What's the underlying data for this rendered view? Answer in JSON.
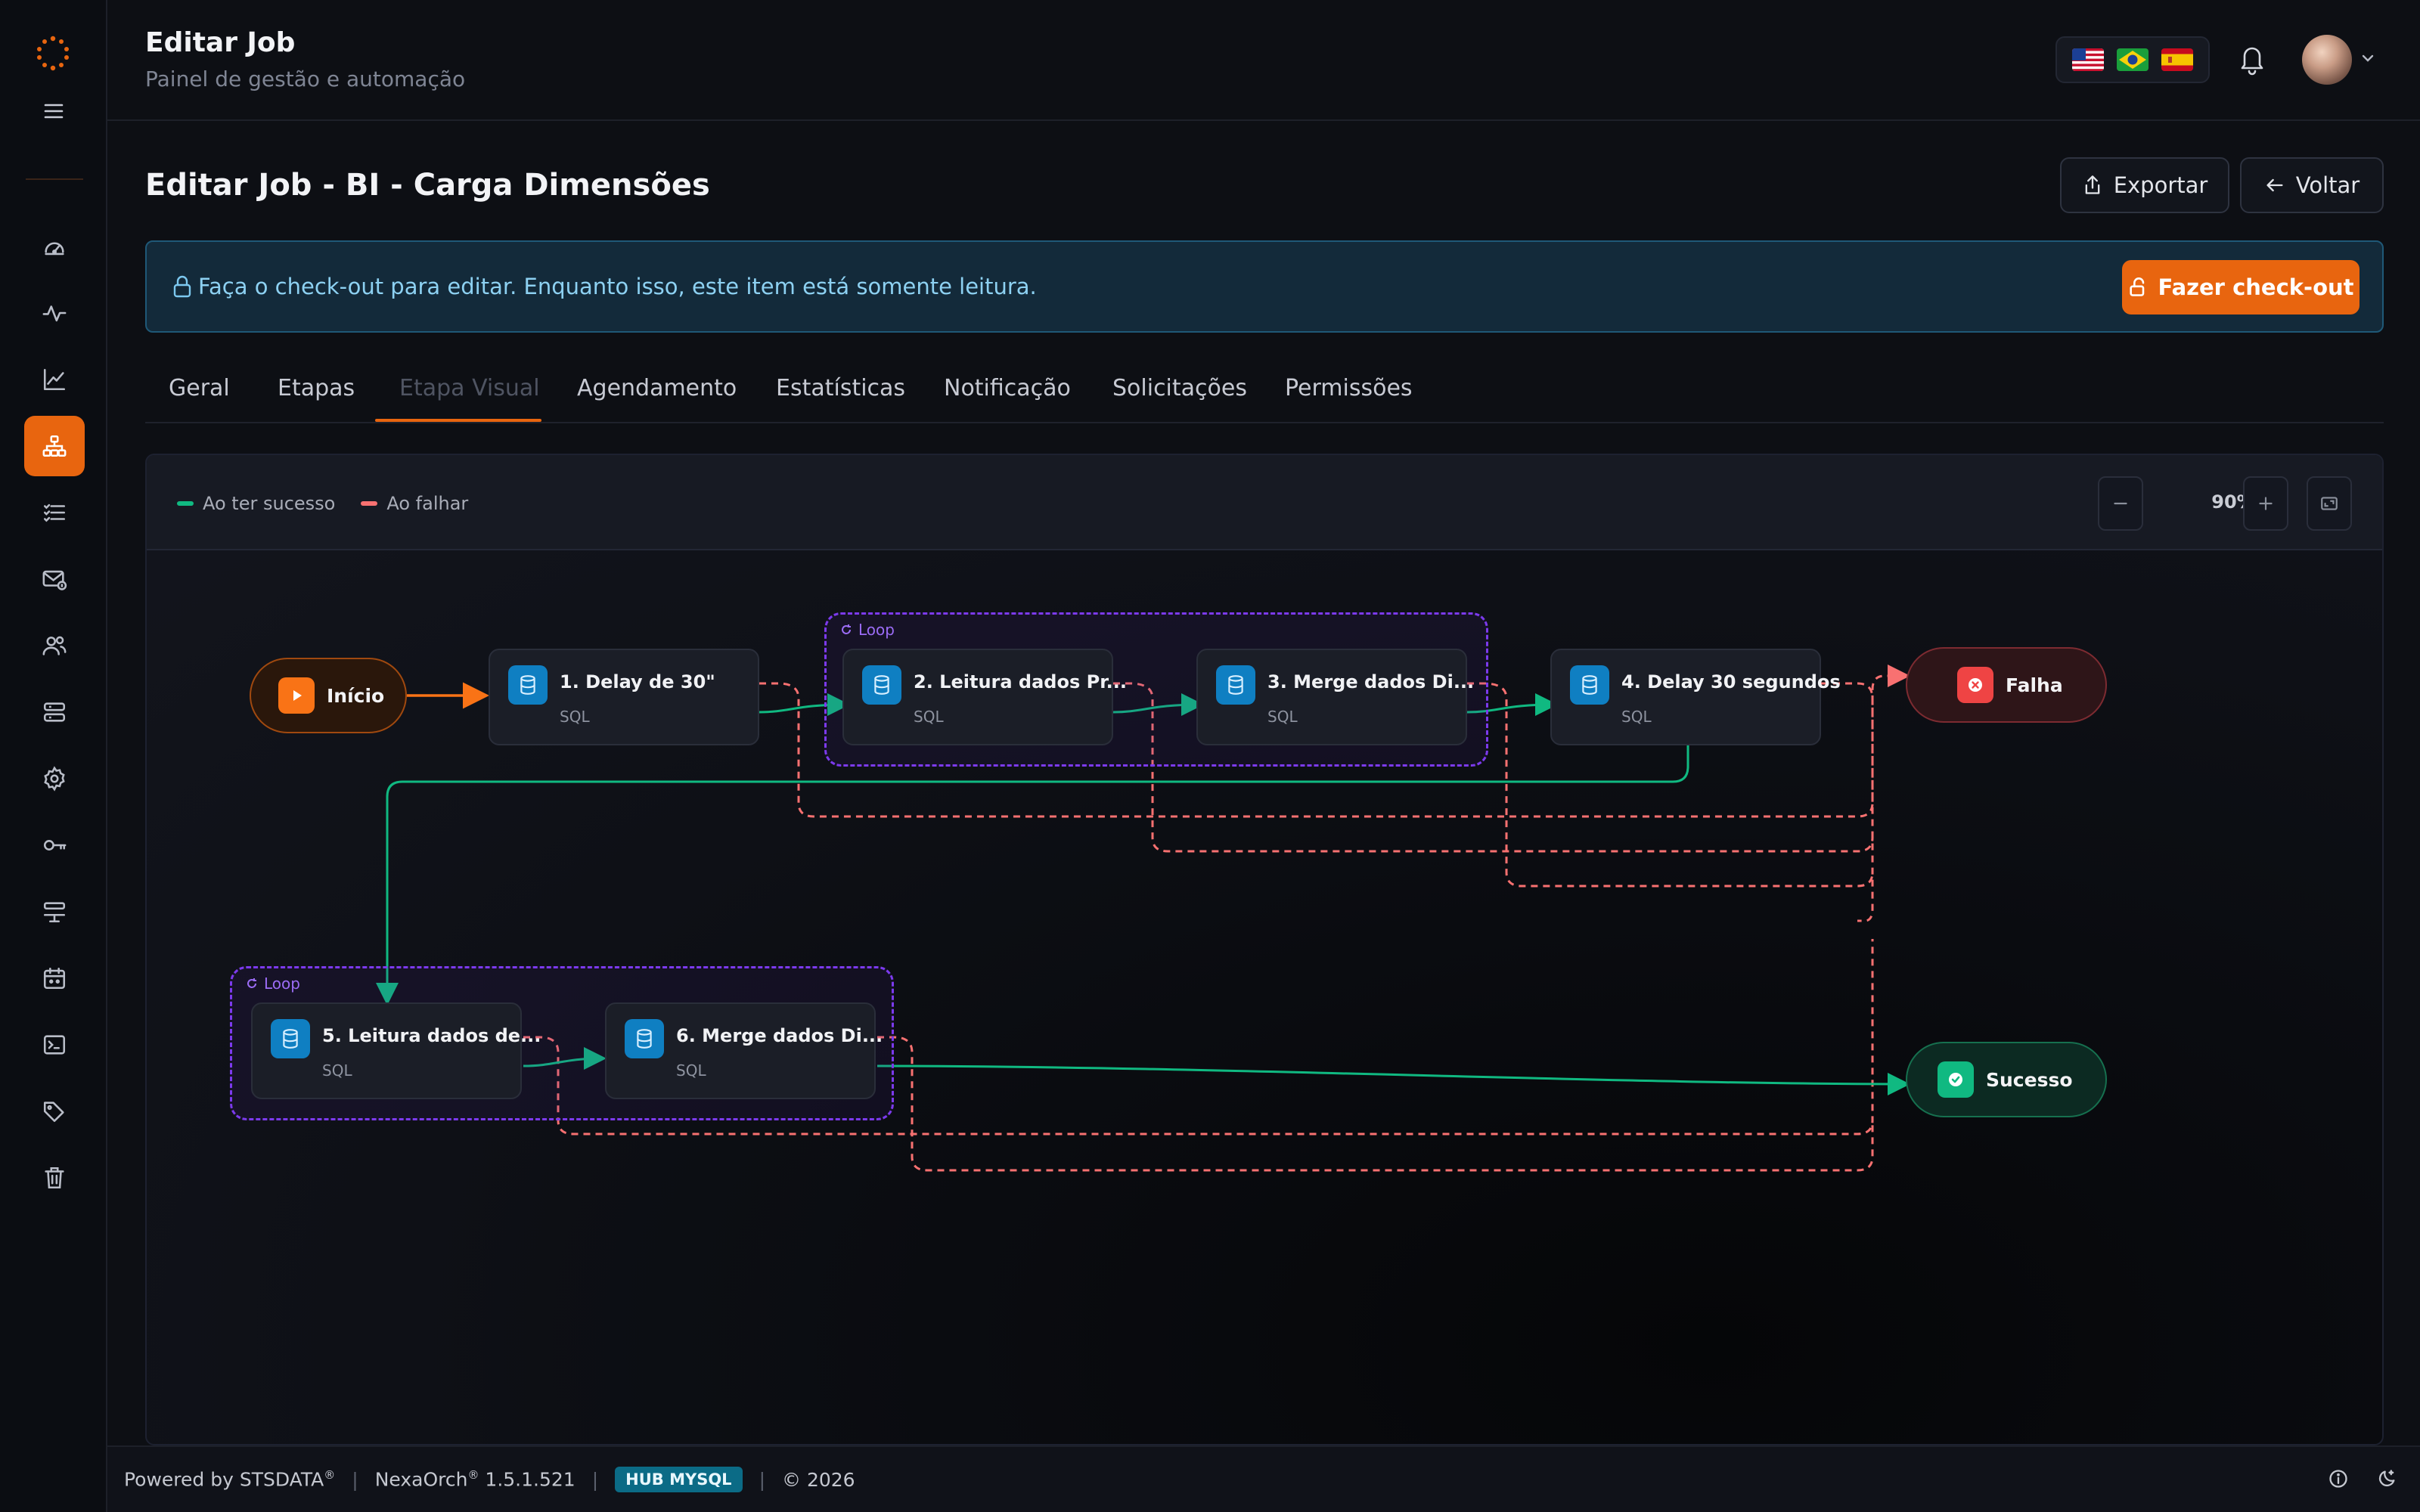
{
  "sidebar": {
    "items": [
      "dashboard-icon",
      "activity-icon",
      "chart-icon",
      "workflow-icon",
      "list-icon",
      "mail-icon",
      "users-icon",
      "server-icon",
      "gear-icon",
      "key-icon",
      "sliders-icon",
      "calendar-icon",
      "terminal-icon",
      "tags-icon",
      "trash-icon"
    ],
    "active_index": 3,
    "accent": "#e8650f"
  },
  "header": {
    "title": "Editar Job",
    "subtitle": "Painel de gestão e automação",
    "flags": [
      "us-flag",
      "br-flag",
      "es-flag"
    ]
  },
  "page": {
    "title": "Editar Job - BI - Carga Dimensões",
    "export_label": "Exportar",
    "back_label": "Voltar"
  },
  "alert": {
    "text": "Faça o check-out para editar. Enquanto isso, este item está somente leitura.",
    "button_label": "Fazer check-out"
  },
  "tabs": [
    {
      "label": "Geral"
    },
    {
      "label": "Etapas"
    },
    {
      "label": "Etapa Visual",
      "active": true
    },
    {
      "label": "Agendamento"
    },
    {
      "label": "Estatísticas"
    },
    {
      "label": "Notificação"
    },
    {
      "label": "Solicitações"
    },
    {
      "label": "Permissões"
    }
  ],
  "canvas": {
    "legend": {
      "success": "Ao ter sucesso",
      "fail": "Ao falhar"
    },
    "zoom": "90%",
    "colors": {
      "success": "#10b981",
      "fail": "#f87171",
      "start": "#f97316",
      "loop": "#7c3aed"
    },
    "start_label": "Início",
    "fail_label": "Falha",
    "success_label": "Sucesso",
    "loop_label": "Loop",
    "nodes": [
      {
        "title": "1. Delay de 30\"",
        "type": "SQL"
      },
      {
        "title": "2. Leitura dados Pr...",
        "type": "SQL"
      },
      {
        "title": "3. Merge dados Di...",
        "type": "SQL"
      },
      {
        "title": "4. Delay 30 segundos",
        "type": "SQL"
      },
      {
        "title": "5. Leitura dados de...",
        "type": "SQL"
      },
      {
        "title": "6. Merge dados Di...",
        "type": "SQL"
      }
    ]
  },
  "footer": {
    "powered": "Powered by STSDATA",
    "reg": "®",
    "product": "NexaOrch",
    "version": "1.5.1.521",
    "hub": "HUB MYSQL",
    "copyright": "© 2026"
  }
}
